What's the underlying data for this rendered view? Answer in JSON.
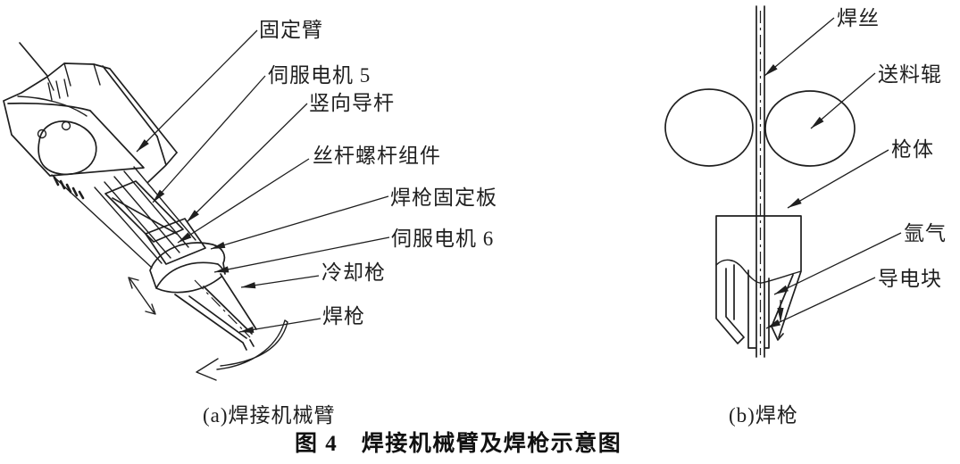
{
  "figure": {
    "title": "图 4　焊接机械臂及焊枪示意图",
    "colors": {
      "line": "#1f1f1f",
      "background": "#ffffff"
    },
    "panel_a": {
      "caption": "(a)焊接机械臂",
      "labels": [
        "固定臂",
        "伺服电机 5",
        "竖向导杆",
        "丝杆螺杆组件",
        "焊枪固定板",
        "伺服电机 6",
        "冷却枪",
        "焊枪"
      ]
    },
    "panel_b": {
      "caption": "(b)焊枪",
      "labels": [
        "焊丝",
        "送料辊",
        "枪体",
        "氩气",
        "导电块"
      ]
    }
  }
}
